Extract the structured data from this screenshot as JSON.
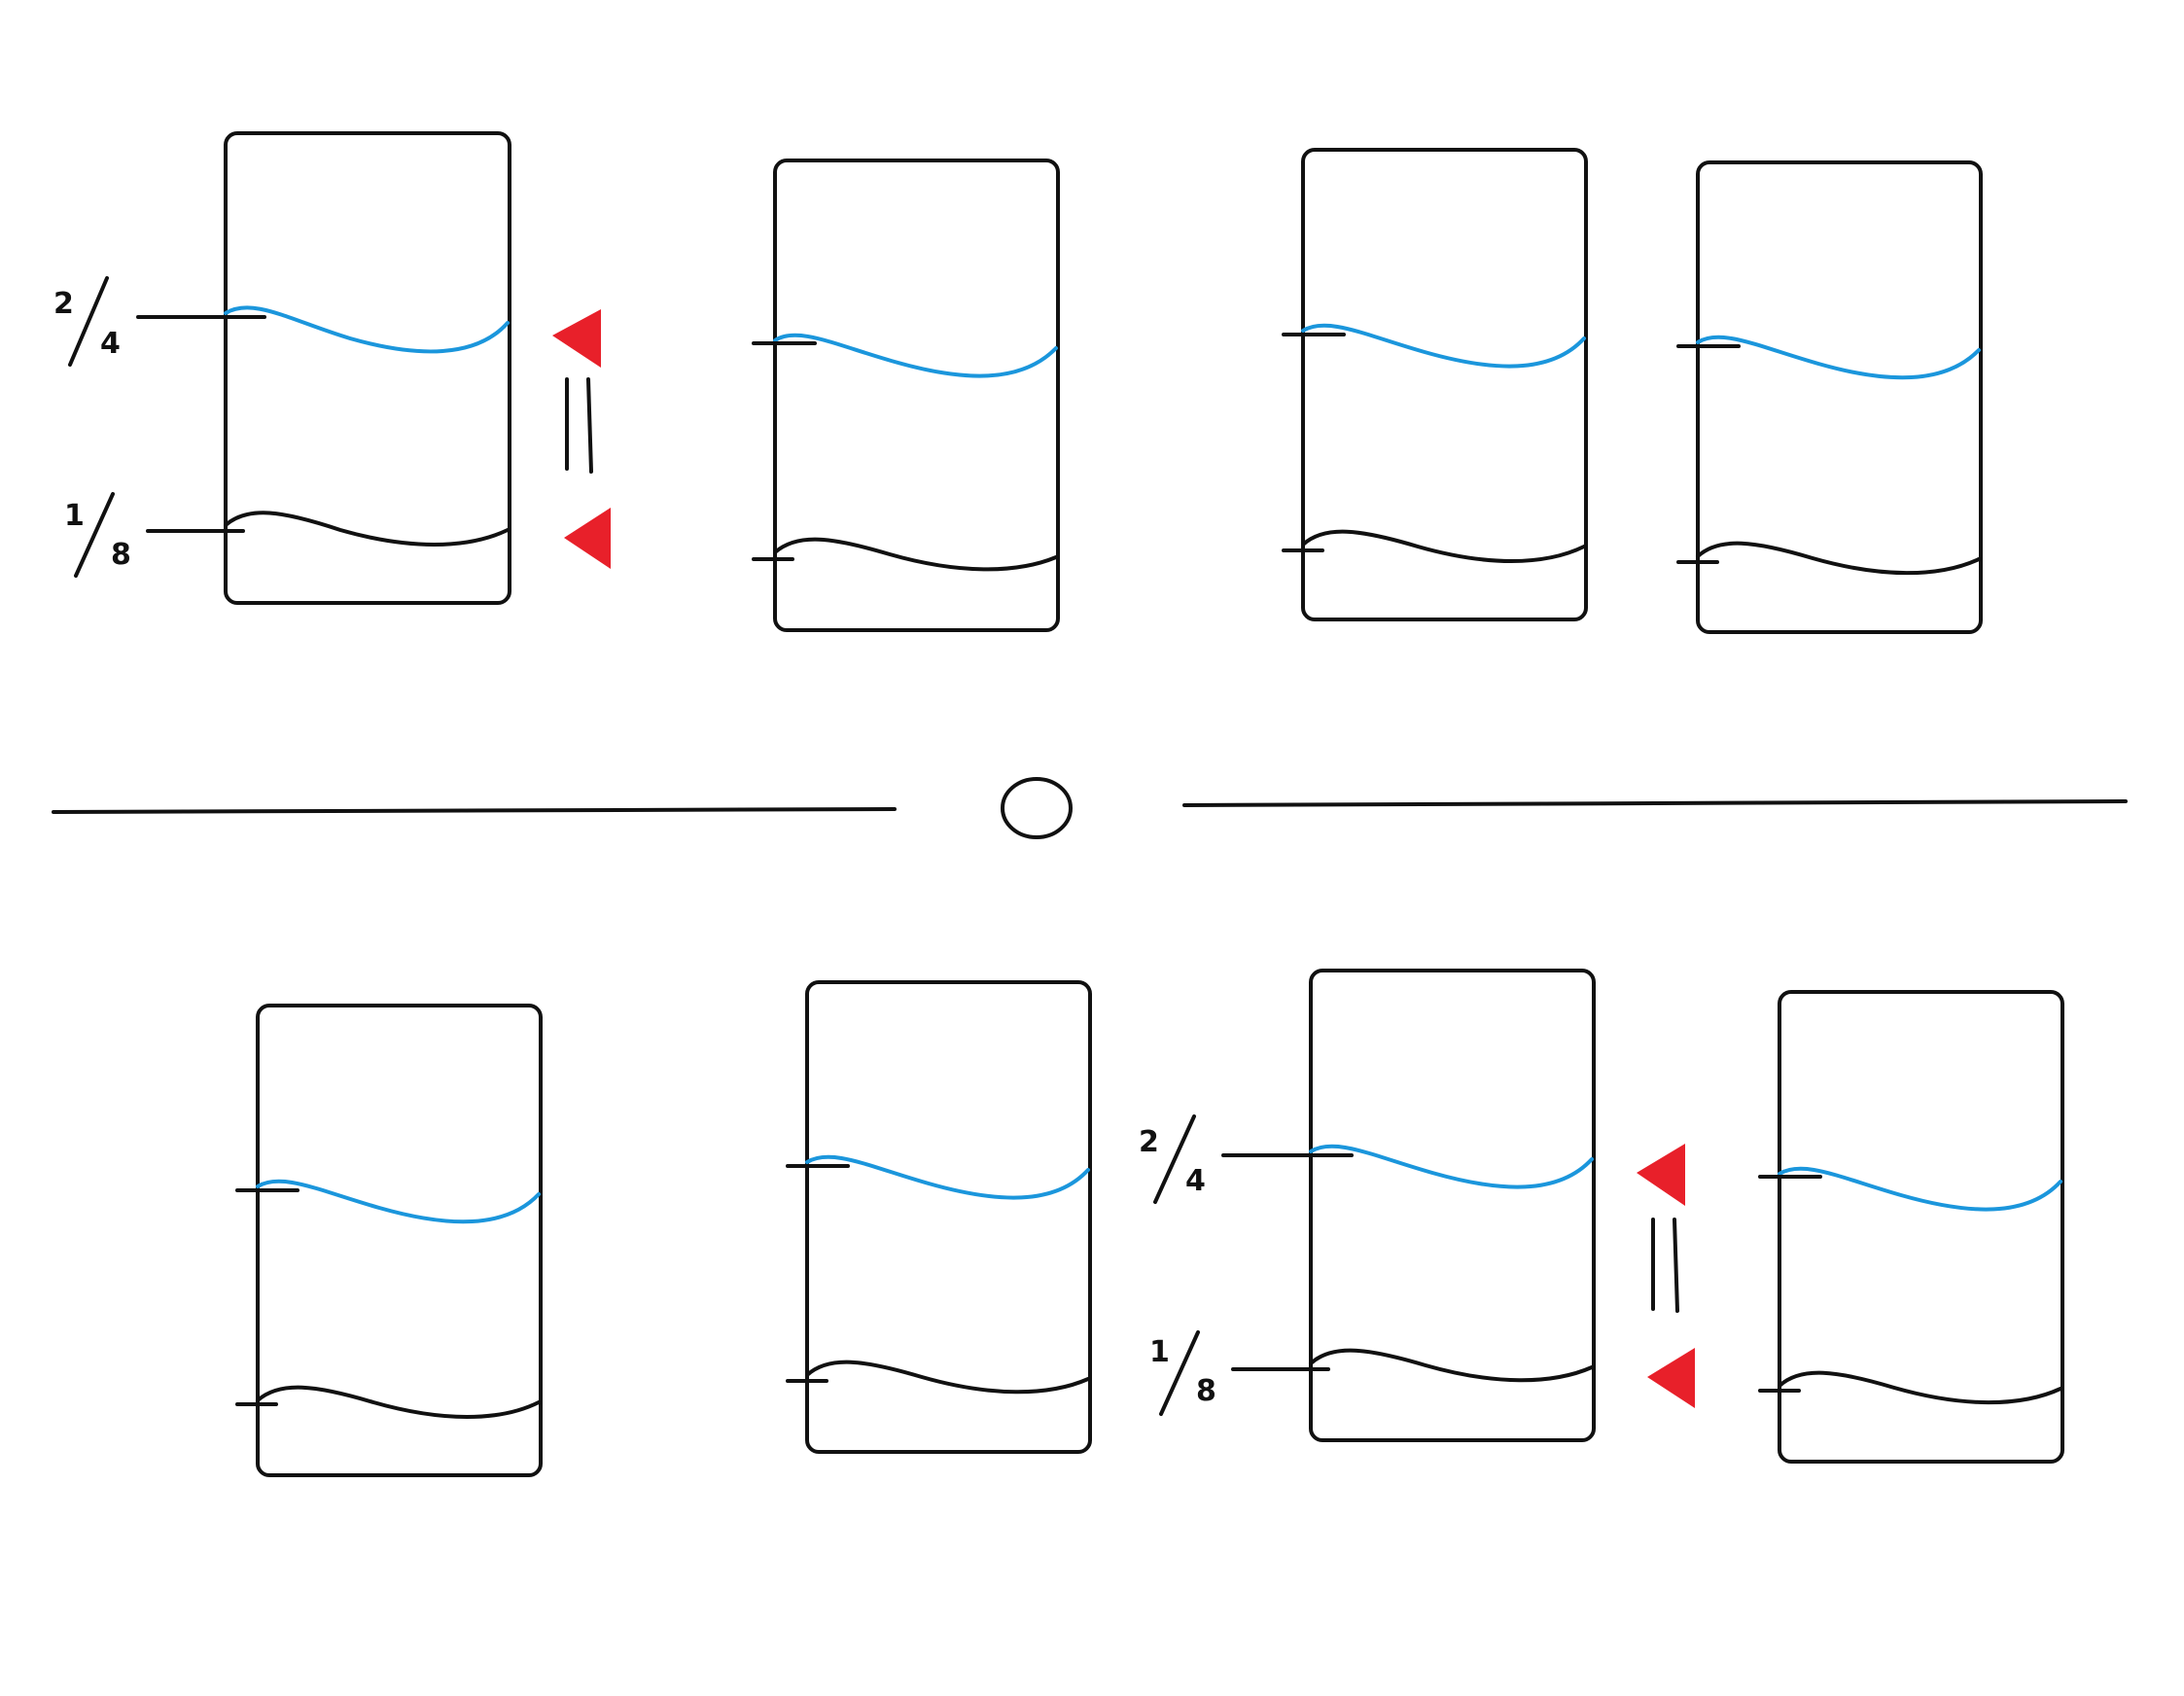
{
  "labels": {
    "top_upper_numerator": "2",
    "top_upper_denominator": "4",
    "top_lower_numerator": "1",
    "top_lower_denominator": "8",
    "bottom_upper_numerator": "2",
    "bottom_upper_denominator": "4",
    "bottom_lower_numerator": "1",
    "bottom_lower_denominator": "8"
  },
  "colors": {
    "upper_level": "#1b96dc",
    "lower_level": "#111111",
    "arrow": "#e8202a",
    "outline": "#111111"
  },
  "icons": {
    "arrow": "red-triangle-left",
    "equality": "double-bar-equals",
    "center": "circle"
  }
}
